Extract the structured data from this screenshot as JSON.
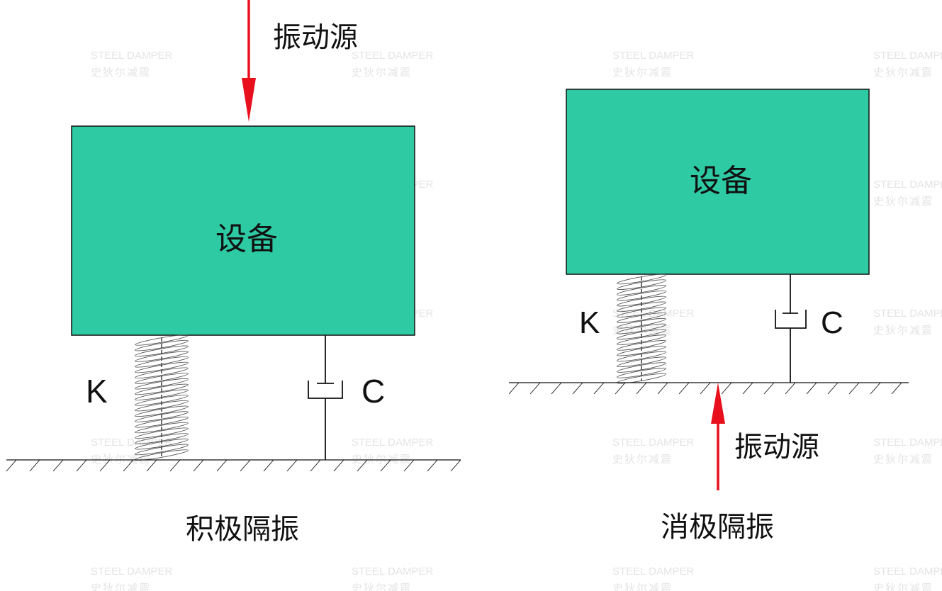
{
  "colors": {
    "equipment_fill": "#2ecaa3",
    "arrow": "#e8101c",
    "line": "#111111",
    "watermark": "#e4e4e4"
  },
  "watermark": {
    "line1": "STEEL DAMPER",
    "line2": "史狄尔减震"
  },
  "active": {
    "equipment_label": "设备",
    "source_label": "振动源",
    "spring_label": "K",
    "damper_label": "C",
    "caption": "积极隔振"
  },
  "passive": {
    "equipment_label": "设备",
    "source_label": "振动源",
    "spring_label": "K",
    "damper_label": "C",
    "caption": "消极隔振"
  }
}
